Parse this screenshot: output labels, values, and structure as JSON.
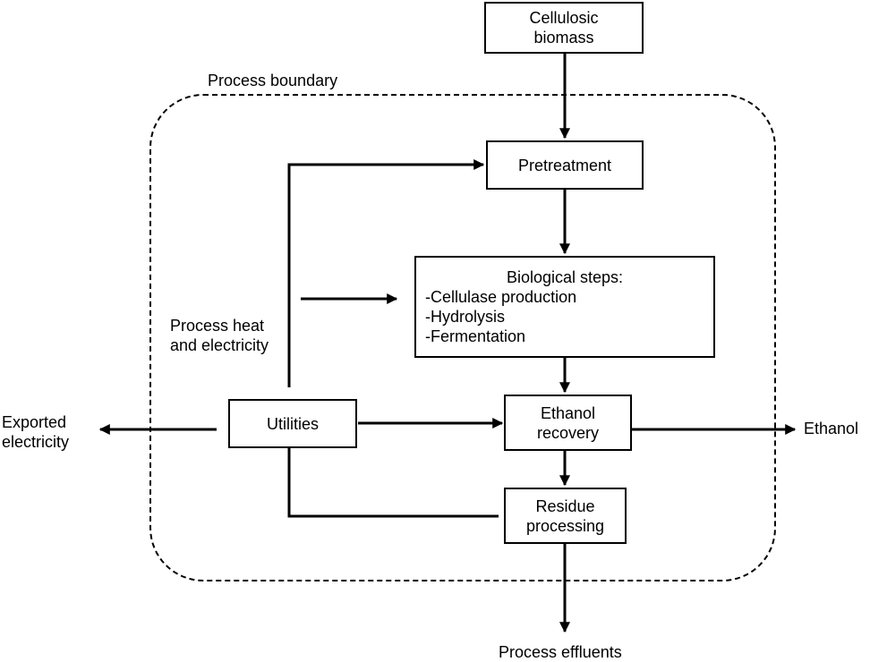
{
  "diagram": {
    "boundary_label": "Process boundary",
    "nodes": {
      "biomass": [
        "Cellulosic",
        "biomass"
      ],
      "pretreatment": [
        "Pretreatment"
      ],
      "biological": {
        "title": "Biological steps:",
        "items": [
          "-Cellulase production",
          "-Hydrolysis",
          "-Fermentation"
        ]
      },
      "ethanol_recovery": [
        "Ethanol",
        "recovery"
      ],
      "residue": [
        "Residue",
        "processing"
      ],
      "utilities": [
        "Utilities"
      ]
    },
    "labels": {
      "process_heat": [
        "Process heat",
        "and electricity"
      ],
      "exported": [
        "Exported",
        "electricity"
      ],
      "ethanol": "Ethanol",
      "effluents": "Process effluents"
    }
  }
}
